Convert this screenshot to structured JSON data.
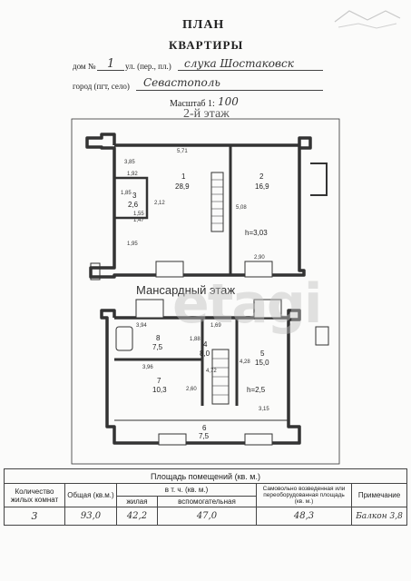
{
  "header": {
    "title": "ПЛАН",
    "subtitle": "КВАРТИРЫ",
    "house_label": "дом №",
    "house_number": "1",
    "street_label": "ул. (пер., пл.)",
    "street_value": "слука Шостаковск",
    "city_label": "город (пгт, село)",
    "city_value": "Севастополь",
    "scale_label": "Масштаб 1:",
    "scale_value": "100",
    "floor_title": "2-й этаж"
  },
  "second_floor": {
    "rooms": [
      {
        "num": "1",
        "area": "28,9"
      },
      {
        "num": "2",
        "area": "16,9"
      },
      {
        "num": "3",
        "area": "2,6"
      }
    ],
    "height": "h=3,03",
    "dims": [
      "5,71",
      "1,92",
      "3,85",
      "1,55",
      "2,12",
      "1,85",
      "1,95",
      "5,08",
      "2,90",
      "1,47"
    ]
  },
  "attic": {
    "title": "Мансардный этаж",
    "rooms": [
      {
        "num": "4",
        "area": "8,0"
      },
      {
        "num": "5",
        "area": "15,0"
      },
      {
        "num": "6",
        "area": "7,5"
      },
      {
        "num": "7",
        "area": "10,3"
      },
      {
        "num": "8",
        "area": "7,5"
      }
    ],
    "height": "h=2,5",
    "dims": [
      "3,94",
      "1,69",
      "1,88",
      "3,96",
      "2,60",
      "4,72",
      "4,28",
      "3,15"
    ]
  },
  "watermark": "etagi",
  "summary": {
    "title": "Площадь помещений (кв. м.)",
    "headers": {
      "rooms_count": "Количество жилых комнат",
      "total": "Общая (кв.м.)",
      "incl": "в т. ч. (кв. м.)",
      "living": "жилая",
      "aux": "вспомогательная",
      "self_built": "Самовольно возведенная или переоборудованная площадь (кв. м.)",
      "note": "Примечание"
    },
    "values": {
      "rooms_count": "3",
      "total": "93,0",
      "living": "42,2",
      "aux": "47,0",
      "self_built": "48,3",
      "note": "Балкон 3,8"
    }
  }
}
